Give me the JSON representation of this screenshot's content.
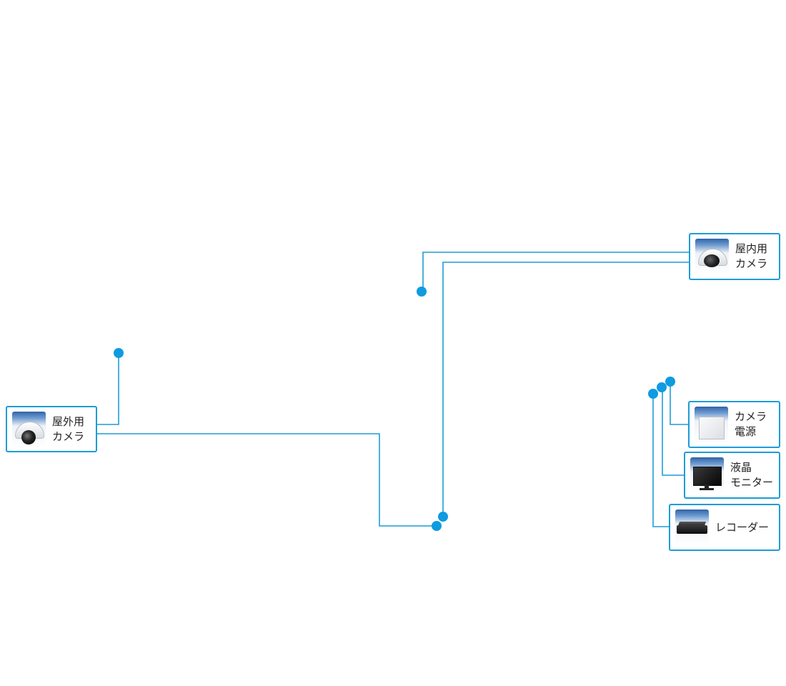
{
  "colors": {
    "line": "#1e9cd7",
    "dot": "#0e9be0",
    "box_border": "#1e9cd7"
  },
  "devices": {
    "outdoor_camera": {
      "label": [
        "屋外用",
        "カメラ"
      ],
      "icon": "outdoor-dome-camera-icon"
    },
    "indoor_camera": {
      "label": [
        "屋内用",
        "カメラ"
      ],
      "icon": "indoor-dome-camera-icon"
    },
    "camera_power": {
      "label": [
        "カメラ",
        "電源"
      ],
      "icon": "power-supply-icon"
    },
    "lcd_monitor": {
      "label": [
        "液晶",
        "モニター"
      ],
      "icon": "lcd-monitor-icon"
    },
    "recorder": {
      "label": [
        "レコーダー"
      ],
      "icon": "recorder-icon"
    }
  }
}
